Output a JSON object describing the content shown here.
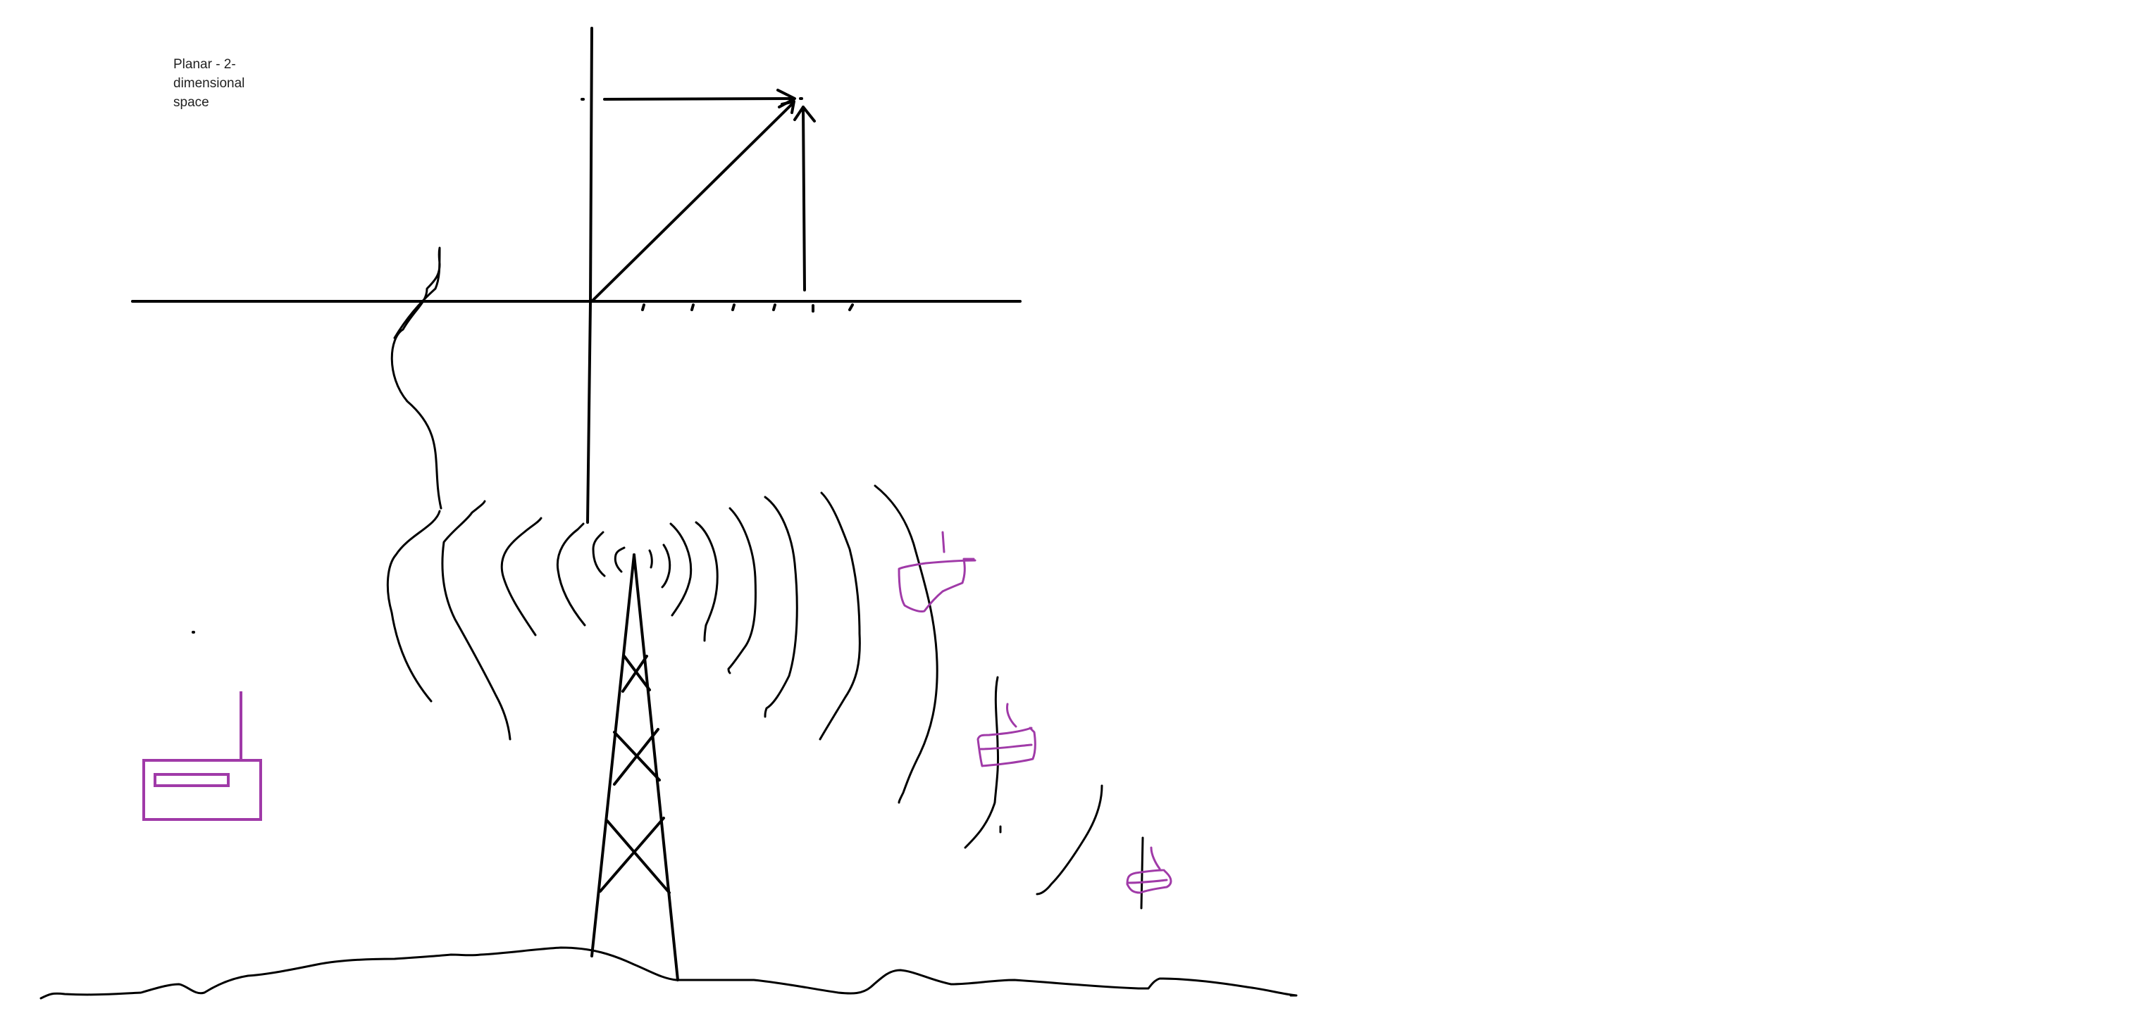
{
  "caption": {
    "line1": "Planar - 2-",
    "line2": "dimensional",
    "line3": "space"
  },
  "colors": {
    "ink": "#000000",
    "accent": "#a03aa8",
    "background": "#ffffff"
  },
  "icons": {
    "radio": "radio-icon",
    "tower": "transmission-tower-icon",
    "receivers": "receiver-device-icon"
  }
}
